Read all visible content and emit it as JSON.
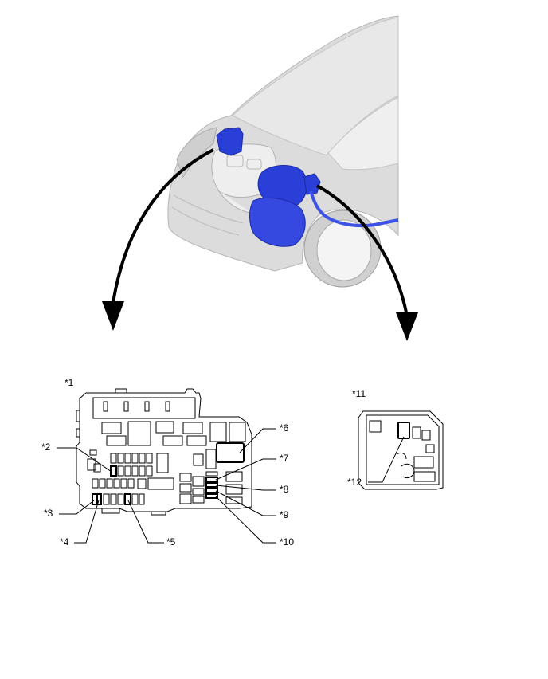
{
  "callouts": {
    "c1": "*1",
    "c2": "*2",
    "c3": "*3",
    "c4": "*4",
    "c5": "*5",
    "c6": "*6",
    "c7": "*7",
    "c8": "*8",
    "c9": "*9",
    "c10": "*10",
    "c11": "*11",
    "c12": "*12"
  },
  "colors": {
    "component_highlight": "#2a3fd8",
    "car_body": "#d9d9d9",
    "outline": "#000000"
  },
  "icons": {
    "left_arrow": "curved-arrow-down-icon",
    "right_arrow": "curved-arrow-down-icon"
  }
}
